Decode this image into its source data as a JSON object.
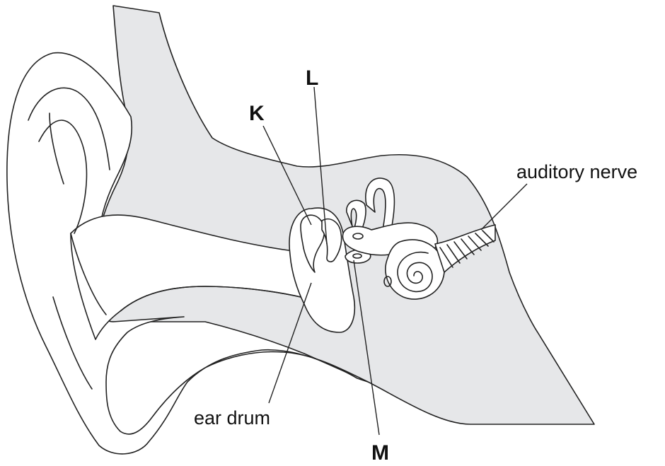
{
  "labels": {
    "K": "K",
    "L": "L",
    "M": "M",
    "ear_drum": "ear drum",
    "auditory_nerve": "auditory nerve"
  },
  "colors": {
    "bone_shading": "#e6e7e9",
    "line": "#222222",
    "background": "#ffffff"
  }
}
